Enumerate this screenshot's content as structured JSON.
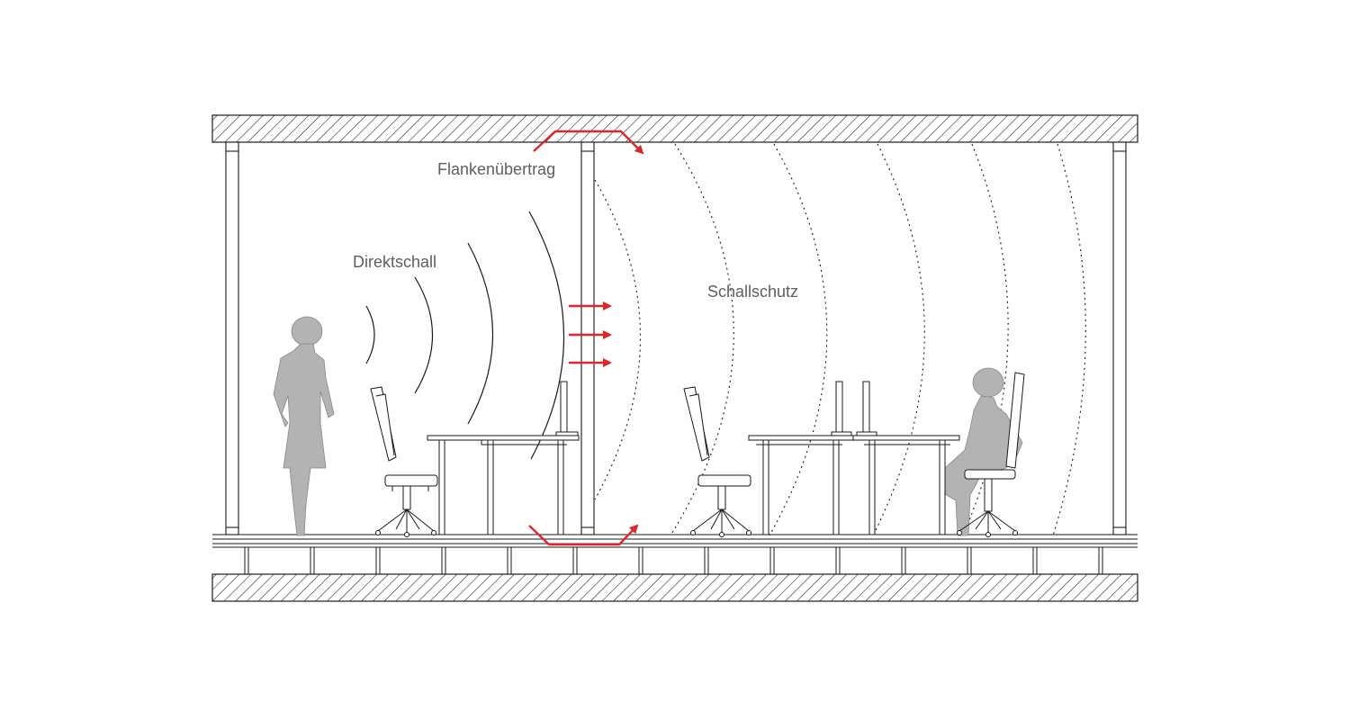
{
  "labels": {
    "flanking": "Flankenübertrag",
    "direct": "Direktschall",
    "protection": "Schallschutz"
  },
  "colors": {
    "line": "#1a1a1a",
    "arrow": "#e0262b",
    "figure": "#b3b3b3"
  }
}
